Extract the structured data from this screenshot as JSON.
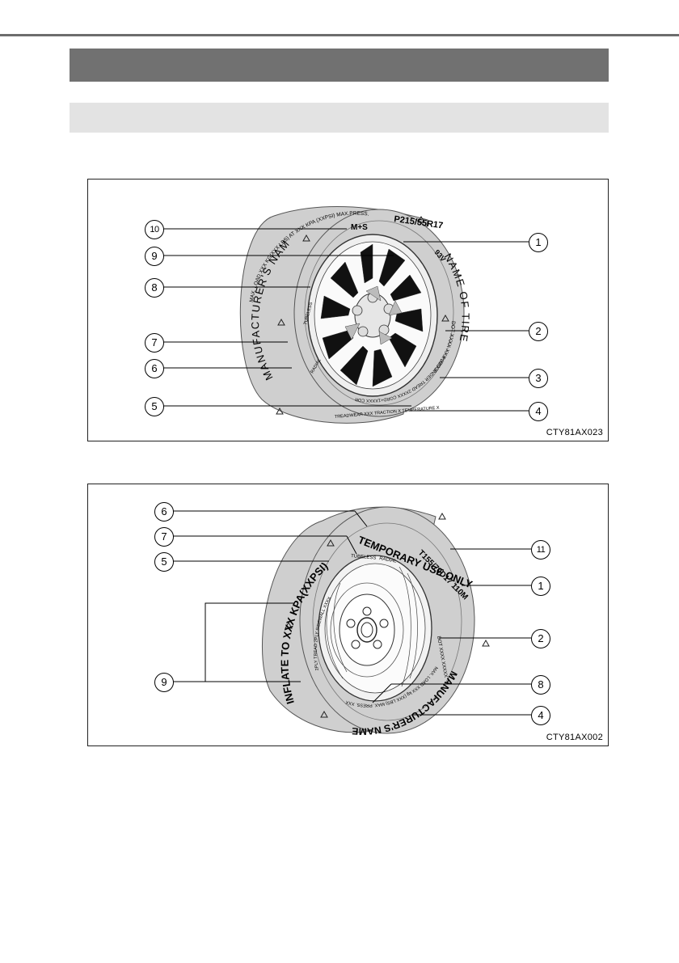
{
  "page": {
    "title": "",
    "subtitle": ""
  },
  "figure1": {
    "code": "CTY81AX023",
    "callouts": [
      "1",
      "2",
      "3",
      "4",
      "5",
      "6",
      "7",
      "8",
      "9",
      "10"
    ],
    "texts": {
      "ms": "M+S",
      "size": "P215/55R17",
      "load_speed": "93V",
      "name_of_tire": "NAME OF TIRE",
      "manufacturer": "MANUFACTURER'S NAME",
      "max_load": "MAX. LOAD XXX KG(XXX LBS) AT XXX KPA (XXPSI) MAX.PRESS.",
      "dot": "DOT XXXX XXX XXXX",
      "plies": "PLIES UNDER TREAD 2XXXX CORD+1XXXX CORD SIDEWALL 2 PLIES XXXX CORD",
      "treadwear": "TREADWEAR XXX TRACTION X TEMPERATURE X",
      "tubeless": "TUBELESS",
      "radial": "RADIAL"
    }
  },
  "figure2": {
    "code": "CTY81AX002",
    "callouts": [
      "6",
      "7",
      "5",
      "9",
      "11",
      "1",
      "2",
      "8",
      "4"
    ],
    "texts": {
      "temporary": "TEMPORARY USE ONLY",
      "size": "T155/70D17 110M",
      "tubeless": "TUBELESS",
      "radial": "RADIAL",
      "inflate": "INFLATE TO XXX KPA(XXPSI)",
      "manufacturer": "MANUFACTURER'S NAME",
      "dot": "DOT XXXX XXXXX",
      "max_load": "MAX. LOAD XXX kg (XXX LBS) MAX. PRESS. XXX kPa (XX PSI)",
      "plies": "2PLY TREAD 2PLY SIDEWALL XXXX"
    }
  }
}
